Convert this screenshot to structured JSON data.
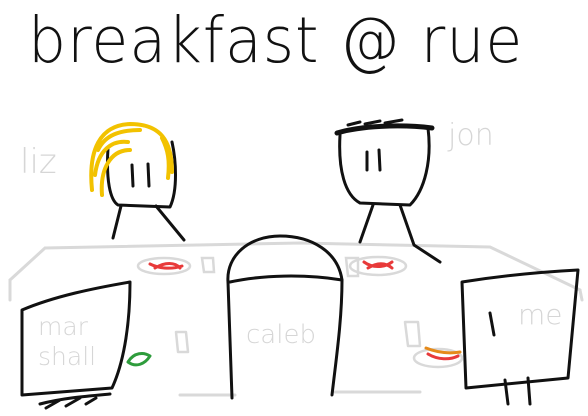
{
  "title": "breakfast @ rue",
  "people": {
    "liz": "liz",
    "jon": "jon",
    "marshall": "mar\nshall",
    "caleb": "caleb",
    "me": "me"
  },
  "colors": {
    "ink": "#111111",
    "faint": "#d6d6d6",
    "hair_liz": "#f2c200",
    "food_red": "#e83a3a",
    "food_green": "#2e9c3c",
    "food_orange": "#e58a1a"
  }
}
